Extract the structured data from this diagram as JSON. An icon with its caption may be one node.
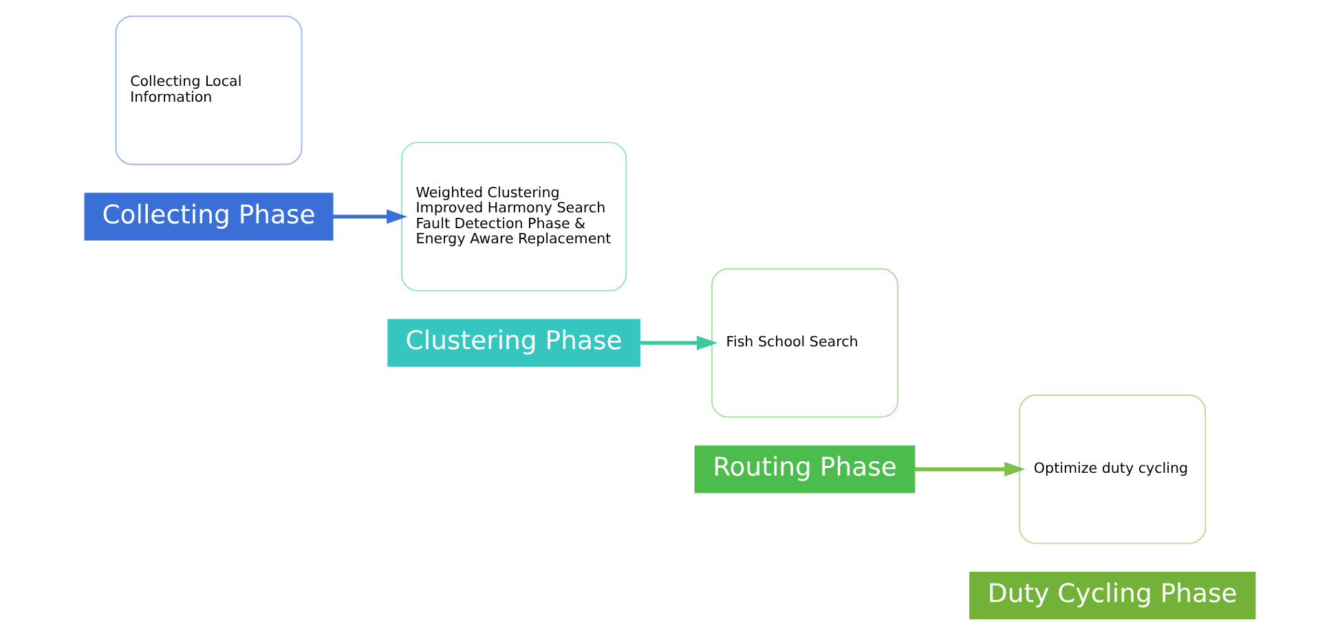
{
  "diagram": {
    "nodes": [
      {
        "text": [
          "Collecting Local Information"
        ]
      },
      {
        "text": [
          "Collecting Phase"
        ]
      },
      {
        "text": [
          "Weighted Clustering",
          "Improved Harmony Search",
          "Fault Detection Phase & Energy Aware Replacement"
        ]
      },
      {
        "text": [
          "Clustering Phase"
        ]
      },
      {
        "text": [
          "Fish School Search"
        ]
      },
      {
        "text": [
          "Routing Phase"
        ]
      },
      {
        "text": [
          "Optimize duty cycling"
        ]
      },
      {
        "text": [
          "Duty Cycling Phase"
        ]
      }
    ],
    "edges": [
      {
        "from": 1,
        "to": 2,
        "arrow": "to",
        "color": "#3a6fd8"
      },
      {
        "from": 3,
        "to": 4,
        "arrow": "to",
        "color": "#3cc8a0"
      },
      {
        "from": 5,
        "to": 6,
        "arrow": "to",
        "color": "#7cc04a"
      }
    ]
  }
}
